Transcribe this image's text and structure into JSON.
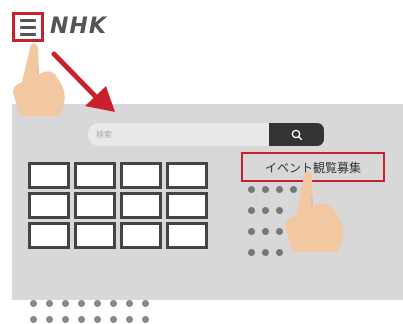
{
  "header": {
    "logo_text": "NHK",
    "menu_icon": "hamburger-menu-icon"
  },
  "search": {
    "placeholder": "検索",
    "button_icon": "search-icon"
  },
  "event_link": {
    "label": "イベント観覧募集"
  },
  "grid": {
    "rows": 3,
    "cols": 4
  },
  "colors": {
    "highlight": "#c8202d",
    "panel": "#d8d8d8",
    "dark": "#333333"
  }
}
